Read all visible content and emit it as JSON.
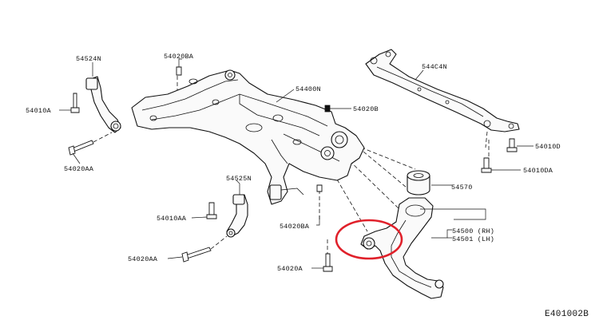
{
  "figure_code": "E401002B",
  "highlight_color": "#e0202a",
  "labels": {
    "l54524N": "54524N",
    "l54020BA_top": "54020BA",
    "l54010A_left": "54010A",
    "l54020AA_left": "54020AA",
    "l54400N": "54400N",
    "l54020B": "54020B",
    "l544C4N": "544C4N",
    "l54010D": "54010D",
    "l54010DA": "54010DA",
    "l54525N": "54525N",
    "l54010AA": "54010AA",
    "l54020BA_mid": "54020BA",
    "l54020AA_bottom": "54020AA",
    "l54020A": "54020A",
    "l54570": "54570",
    "l54500": "54500 (RH)",
    "l54501": "54501 (LH)"
  }
}
